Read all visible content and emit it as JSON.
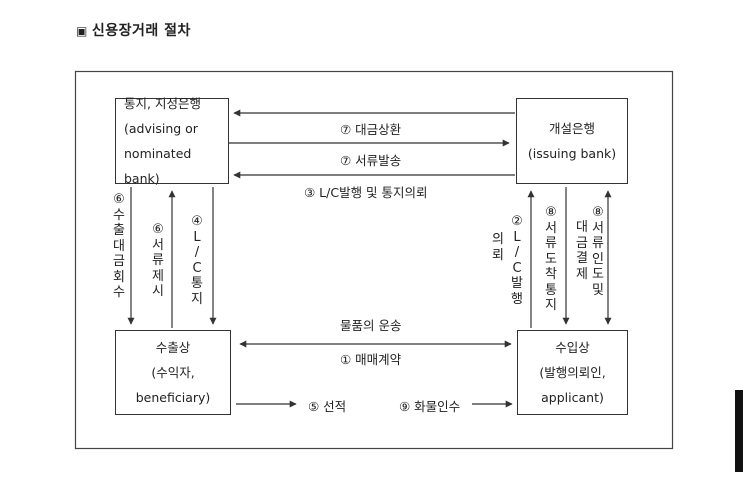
{
  "heading": {
    "marker": "▣",
    "title": "신용장거래 절차"
  },
  "nodes": {
    "advising_bank": {
      "line1": "통지, 지정은행",
      "line2": "(advising or",
      "line3": "nominated bank)"
    },
    "issuing_bank": {
      "line1": "개설은행",
      "line2": "(issuing bank)"
    },
    "exporter": {
      "line1": "수출상",
      "line2": "(수익자,",
      "line3": "beneficiary)"
    },
    "importer": {
      "line1": "수입상",
      "line2": "(발행의뢰인,",
      "line3": "applicant)"
    }
  },
  "steps": {
    "payment_reimbursement": "⑦ 대금상환",
    "document_dispatch": "⑦ 서류발송",
    "lc_issue_notice_request": "③ L/C발행 및 통지의뢰",
    "goods_transport": "물품의 운송",
    "sales_contract": "① 매매계약",
    "shipment": "⑤ 선적",
    "cargo_receipt": "⑨ 화물인수",
    "export_payment_collection": {
      "num": "⑥",
      "chars": [
        "수",
        "출",
        "대",
        "금",
        "회",
        "수"
      ]
    },
    "document_presentation": {
      "num": "⑥",
      "chars": [
        "서",
        "류",
        "제",
        "시"
      ]
    },
    "lc_notice": {
      "num": "④",
      "chars": [
        "L",
        "/",
        "C",
        "통",
        "지"
      ]
    },
    "request_label": {
      "chars": [
        "의",
        "뢰"
      ]
    },
    "lc_issue": {
      "num": "②",
      "chars": [
        "L",
        "/",
        "C",
        "발",
        "행"
      ]
    },
    "document_arrival_notice": {
      "num": "⑧",
      "chars": [
        "서",
        "류",
        "도",
        "착",
        "통",
        "지"
      ]
    },
    "payment_settlement": {
      "chars": [
        "대",
        "금",
        "결",
        "제"
      ]
    },
    "document_delivery": {
      "num": "⑧",
      "chars": [
        "서",
        "류",
        "인",
        "도",
        "및"
      ]
    }
  }
}
